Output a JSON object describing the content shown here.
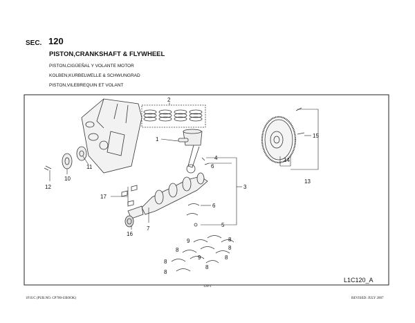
{
  "section": {
    "label": "SEC.",
    "number": "120"
  },
  "title": "PISTON,CRANKSHAFT & FLYWHEEL",
  "subtitles": [
    "PISTON,CIGÜEÑAL Y VOLANTE MOTOR",
    "KOLBEN,KURBELWELLE & SCHWUNGRAD",
    "PISTON,VILEBREQUIN ET VOLANT"
  ],
  "callouts": {
    "c1": "1",
    "c2": "2",
    "c3": "3",
    "c4": "4",
    "c5": "5",
    "c6a": "6",
    "c6b": "6",
    "c7": "7",
    "c8a": "8",
    "c8b": "8",
    "c8c": "8",
    "c8d": "8",
    "c8e": "8",
    "c8f": "8",
    "c8g": "8",
    "c9a": "9",
    "c9b": "9",
    "c10": "10",
    "c11": "11",
    "c12": "12",
    "c13": "13",
    "c14": "14",
    "c15": "15",
    "c16": "16",
    "c17": "17"
  },
  "diagram_code": "L1C120_A",
  "page_number": "120-1",
  "footer": {
    "left": "1F1UC (PUB.NO. CP700-UBOOK)",
    "right": "REVISED: JULY 2007"
  }
}
